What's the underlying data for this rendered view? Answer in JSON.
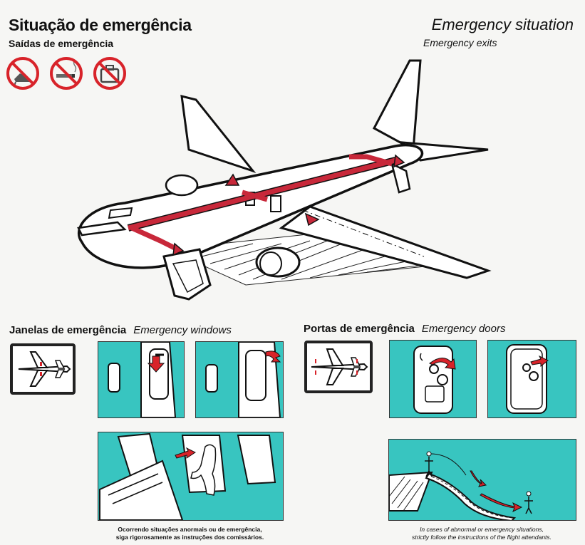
{
  "header": {
    "title_pt": "Situação de emergência",
    "subtitle_pt": "Saídas de emergência",
    "title_en": "Emergency situation",
    "subtitle_en": "Emergency exits"
  },
  "prohibition_icons": [
    "no-high-heels-icon",
    "no-smoking-icon",
    "no-baggage-icon"
  ],
  "windows_section": {
    "label_pt": "Janelas de emergência",
    "label_en": "Emergency windows"
  },
  "doors_section": {
    "label_pt": "Portas de emergência",
    "label_en": "Emergency doors"
  },
  "captions": {
    "pt_line1": "Ocorrendo situações anormais ou de emergência,",
    "pt_line2": "siga rigorosamente as instruções dos comissários.",
    "en_line1": "In cases of abnormal or emergency situations,",
    "en_line2": "strictly follow the instructions of the flight attendants."
  },
  "colors": {
    "teal": "#38c5c0",
    "red": "#d8232a",
    "exit_red": "#c8283a",
    "black": "#111111"
  }
}
